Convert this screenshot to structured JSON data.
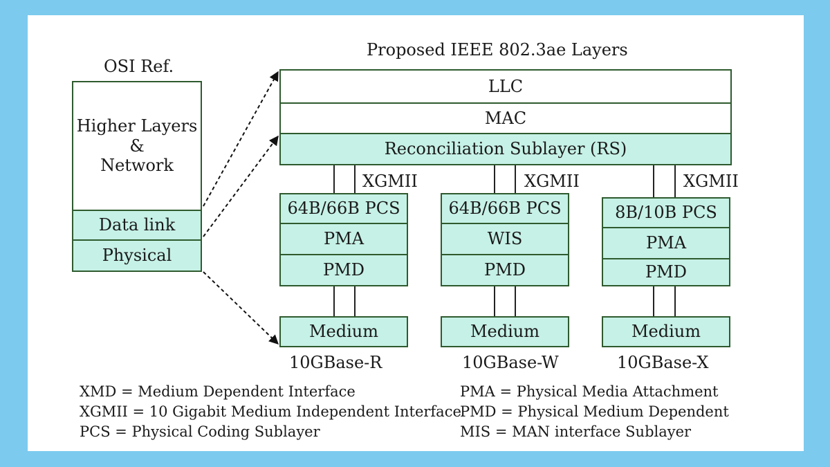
{
  "osi": {
    "title": "OSI Ref.",
    "higher": [
      "Higher Layers",
      "&",
      "Network"
    ],
    "data_link": "Data link",
    "physical": "Physical"
  },
  "ieee": {
    "title": "Proposed IEEE 802.3ae Layers",
    "llc": "LLC",
    "mac": "MAC",
    "rs": "Reconciliation Sublayer (RS)"
  },
  "columns": [
    {
      "interface": "XGMII",
      "pcs": "64B/66B PCS",
      "mid": "PMA",
      "pmd": "PMD",
      "medium": "Medium",
      "name": "10GBase-R"
    },
    {
      "interface": "XGMII",
      "pcs": "64B/66B PCS",
      "mid": "WIS",
      "pmd": "PMD",
      "medium": "Medium",
      "name": "10GBase-W"
    },
    {
      "interface": "XGMII",
      "pcs": "8B/10B PCS",
      "mid": "PMA",
      "pmd": "PMD",
      "medium": "Medium",
      "name": "10GBase-X"
    }
  ],
  "legend": {
    "left": [
      "XMD = Medium Dependent Interface",
      "XGMII = 10 Gigabit Medium Independent Interface",
      "PCS = Physical Coding Sublayer"
    ],
    "right": [
      "PMA =  Physical Media Attachment",
      "PMD = Physical Medium Dependent",
      "MIS =  MAN interface Sublayer"
    ]
  },
  "colors": {
    "frame": "#7ccaee",
    "layer_fill": "#c6f1e6",
    "border": "#2e5a2e"
  }
}
